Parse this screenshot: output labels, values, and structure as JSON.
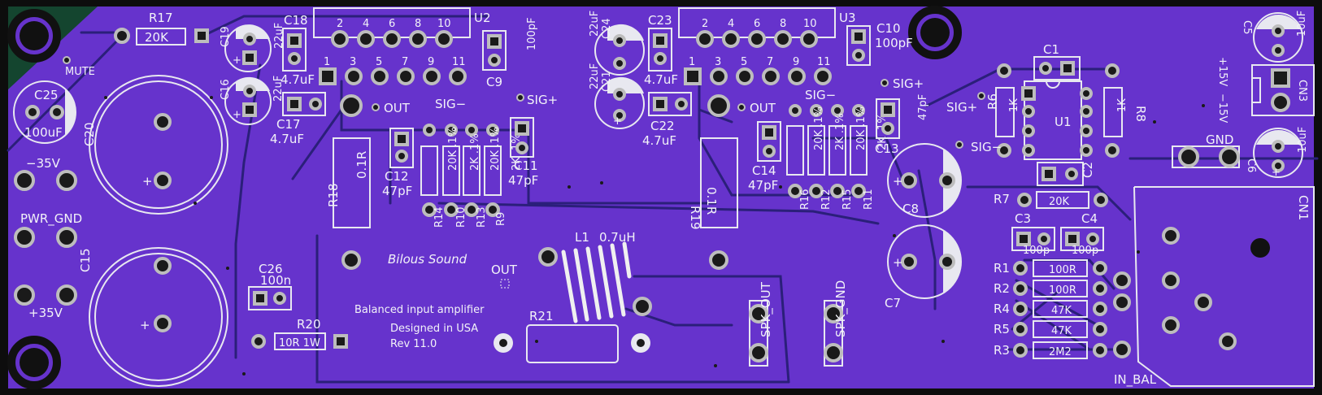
{
  "board": {
    "brand": "Bilous Sound",
    "description": "Balanced input amplifier",
    "origin": "Designed in USA",
    "revision": "Rev 11.0",
    "colors": {
      "pcb": "#6633cc",
      "background": "#0d0d0d",
      "silk": "#f0f0f0",
      "trace": "#2b1f7a",
      "pad": "#1a1a1a",
      "ring": "#bdbdbd"
    }
  },
  "labels": {
    "r17": "R17",
    "r17v": "20K",
    "mute": "MUTE",
    "c18": "C18",
    "c18v": "4.7uF",
    "c19": "C19",
    "c19v": "22uF",
    "c16": "C16",
    "c16v": "22uF",
    "c17": "C17",
    "c17v": "4.7uF",
    "c25": "C25",
    "c25v": "100uF",
    "c20": "C20",
    "c15": "C15",
    "m35": "−35V",
    "pwrgnd": "PWR_GND",
    "p35": "+35V",
    "u2": "U2",
    "u3": "U3",
    "out1": "OUT",
    "out2": "OUT",
    "sigm1": "SIG−",
    "sigp1": "SIG+",
    "sigm2": "SIG−",
    "sigp2": "SIG+",
    "sigp3": "SIG+",
    "sigm3": "SIG−",
    "c9": "C9",
    "c9v": "100pF",
    "c10": "C10",
    "c10v": "100pF",
    "c23": "C23",
    "c23v": "4.7uF",
    "c24": "C24",
    "c24v": "22uF",
    "c21": "C21",
    "c21v": "22uF",
    "c22": "C22",
    "c22v": "4.7uF",
    "r18": "R18",
    "r18v": "0.1R",
    "r19": "R19",
    "r19v": "0.1R",
    "c12": "C12",
    "c12v": "47pF",
    "c11": "C11",
    "c11v": "47pF",
    "c14": "C14",
    "c14v": "47pF",
    "c13": "C13",
    "c13v": "47pF",
    "r14": "R14",
    "r10": "R10",
    "r13": "R13",
    "r9": "R9",
    "r16": "R16",
    "r12": "R12",
    "r15": "R15",
    "r11": "R11",
    "v20k1": "20K .1%",
    "v2k1": "2K .1%",
    "v20k2": "20K .1%",
    "v2k2": "2K .1%",
    "v20k3": "20K .1%",
    "v2k3": "2K .1%",
    "v20k4": "20K .1%",
    "v2k4": "2K .1%",
    "c8": "C8",
    "c7": "C7",
    "l1": "L1",
    "l1v": "0.7uH",
    "outpad": "OUT",
    "c26": "C26",
    "c26v": "100n",
    "r20": "R20",
    "r20v": "10R 1W",
    "r21": "R21",
    "spkout": "SPK_OUT",
    "spkgnd": "SPK_GND",
    "c1": "C1",
    "u1": "U1",
    "r6": "R6",
    "r6v": "1K",
    "r8": "R8",
    "r8v": "1K",
    "c2": "C2",
    "r7": "R7",
    "r7v": "20K",
    "c3": "C3",
    "c3v": "100p",
    "c4": "C4",
    "c4v": "100p",
    "r1": "R1",
    "r1v": "100R",
    "r2": "R2",
    "r2v": "100R",
    "r4": "R4",
    "r4v": "47K",
    "r5": "R5",
    "r5v": "47K",
    "r3": "R3",
    "r3v": "2M2",
    "inbal": "IN_BAL",
    "cn1": "CN1",
    "cn3": "CN3",
    "gnd": "GND",
    "c5": "C5",
    "c5v": "10uF",
    "c6": "C6",
    "c6v": "10uF",
    "p15": "+15V",
    "m15": "−15V",
    "p2": "2",
    "p4": "4",
    "p6": "6",
    "p8": "8",
    "p10": "10",
    "p1": "1",
    "p3": "3",
    "p5": "5",
    "p7": "7",
    "p9": "9",
    "p11": "11",
    "q2": "2",
    "q4": "4",
    "q6": "6",
    "q8": "8",
    "q10": "10",
    "q1": "1",
    "q3": "3",
    "q5": "5",
    "q7": "7",
    "q9": "9",
    "q11": "11"
  }
}
